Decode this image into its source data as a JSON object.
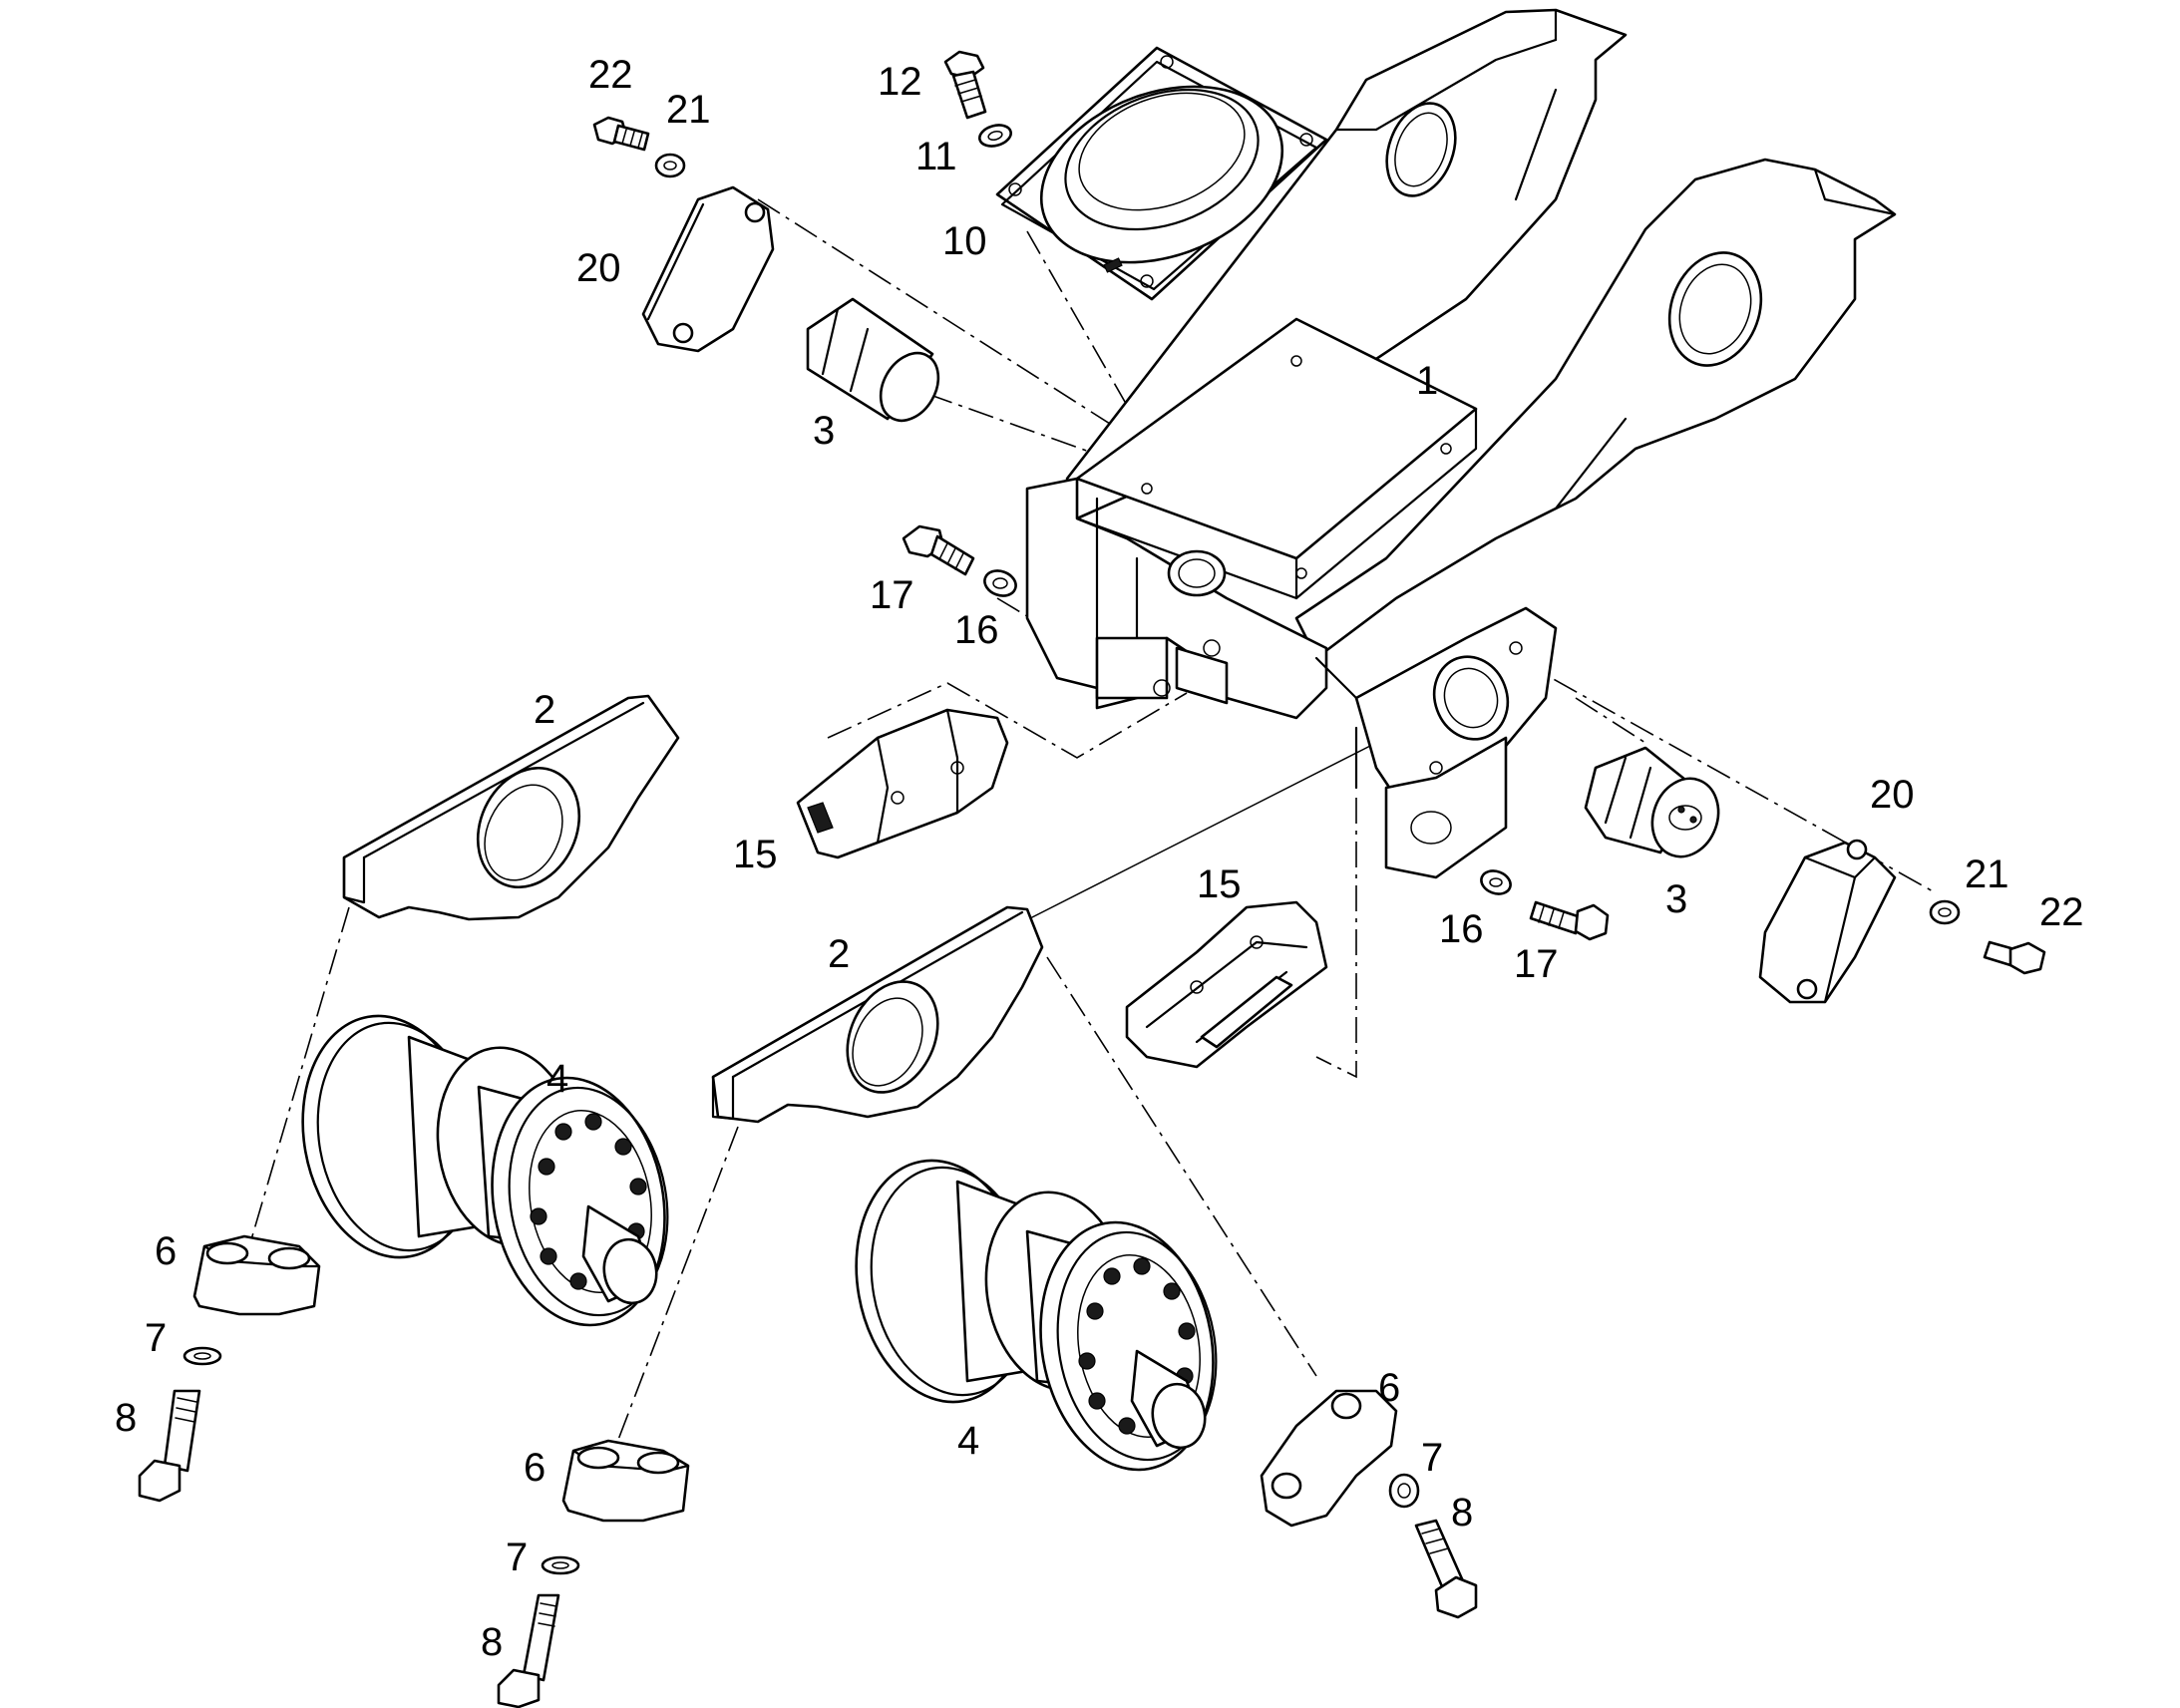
{
  "callouts": {
    "frame": "1",
    "bracket_upper": "2",
    "bracket_lower": "2",
    "pin_upper": "3",
    "pin_right": "3",
    "roller_left": "4",
    "roller_right": "4",
    "clamp_a": "6",
    "clamp_b": "6",
    "clamp_c": "6",
    "washer_7a": "7",
    "washer_7b": "7",
    "washer_7c": "7",
    "bolt_8a": "8",
    "bolt_8b": "8",
    "bolt_8c": "8",
    "cover_plate": "10",
    "washer_11": "11",
    "bolt_12": "12",
    "guide_left": "15",
    "guide_right": "15",
    "washer_16a": "16",
    "washer_16b": "16",
    "bolt_17a": "17",
    "bolt_17b": "17",
    "cap_left": "20",
    "cap_right": "20",
    "washer_21a": "21",
    "washer_21b": "21",
    "bolt_22a": "22",
    "bolt_22b": "22"
  }
}
